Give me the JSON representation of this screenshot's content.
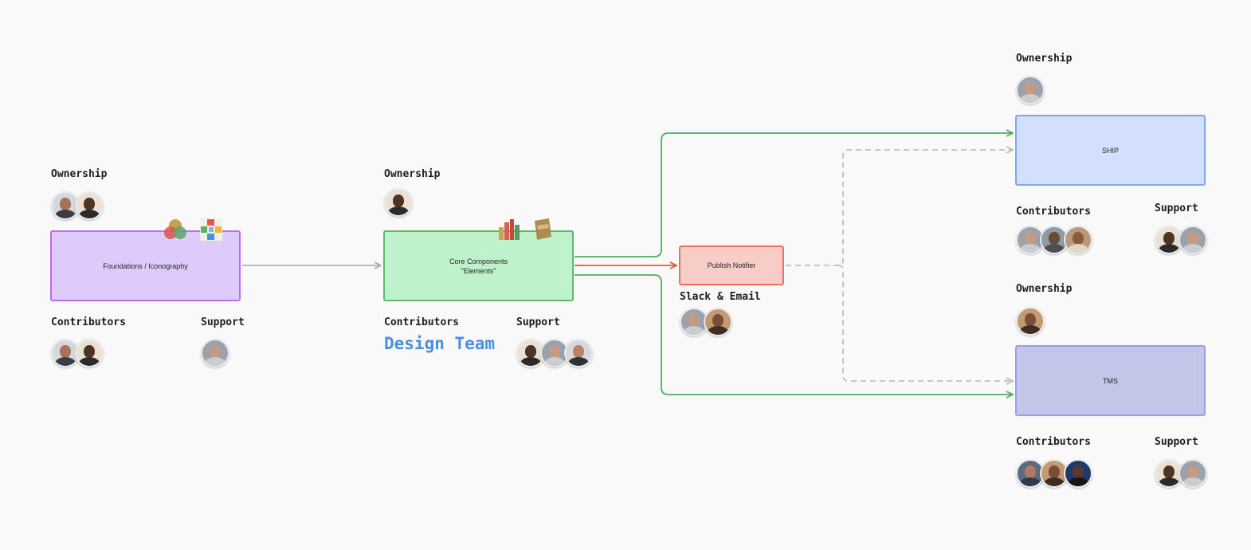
{
  "colors": {
    "purple_fill": "#dfcbfb",
    "purple_border": "#bd6cf1",
    "green_fill": "#bef2cb",
    "green_border": "#5cb86c",
    "red_fill": "#f8cdc8",
    "red_border": "#ee705f",
    "blue_fill": "#d2e0fd",
    "blue_border": "#7ea6f2",
    "indigo_fill": "#c3c6e8",
    "indigo_border": "#9ba0dd",
    "design_team": "#4a90e2",
    "arrow_gray": "#a7a7a7",
    "arrow_green": "#4caf5e",
    "arrow_red": "#e5513f",
    "dashed_gray": "#b6b6b6"
  },
  "foundations": {
    "node_label": "Foundations / Iconography",
    "ownership_label": "Ownership",
    "contributors_label": "Contributors",
    "support_label": "Support"
  },
  "core": {
    "node_line1": "Core Components",
    "node_line2": "\"Elements\"",
    "ownership_label": "Ownership",
    "contributors_label": "Contributors",
    "support_label": "Support",
    "design_team": "Design Team"
  },
  "notifier": {
    "node_label": "Publish Notifier",
    "channel_label": "Slack & Email"
  },
  "ship": {
    "node_label": "SHIP",
    "ownership_label": "Ownership",
    "contributors_label": "Contributors",
    "support_label": "Support"
  },
  "tms": {
    "node_label": "TMS",
    "ownership_label": "Ownership",
    "contributors_label": "Contributors",
    "support_label": "Support"
  },
  "decorative_icons": [
    "venn-icon",
    "icon-grid-icon",
    "books-icon",
    "package-icon"
  ]
}
